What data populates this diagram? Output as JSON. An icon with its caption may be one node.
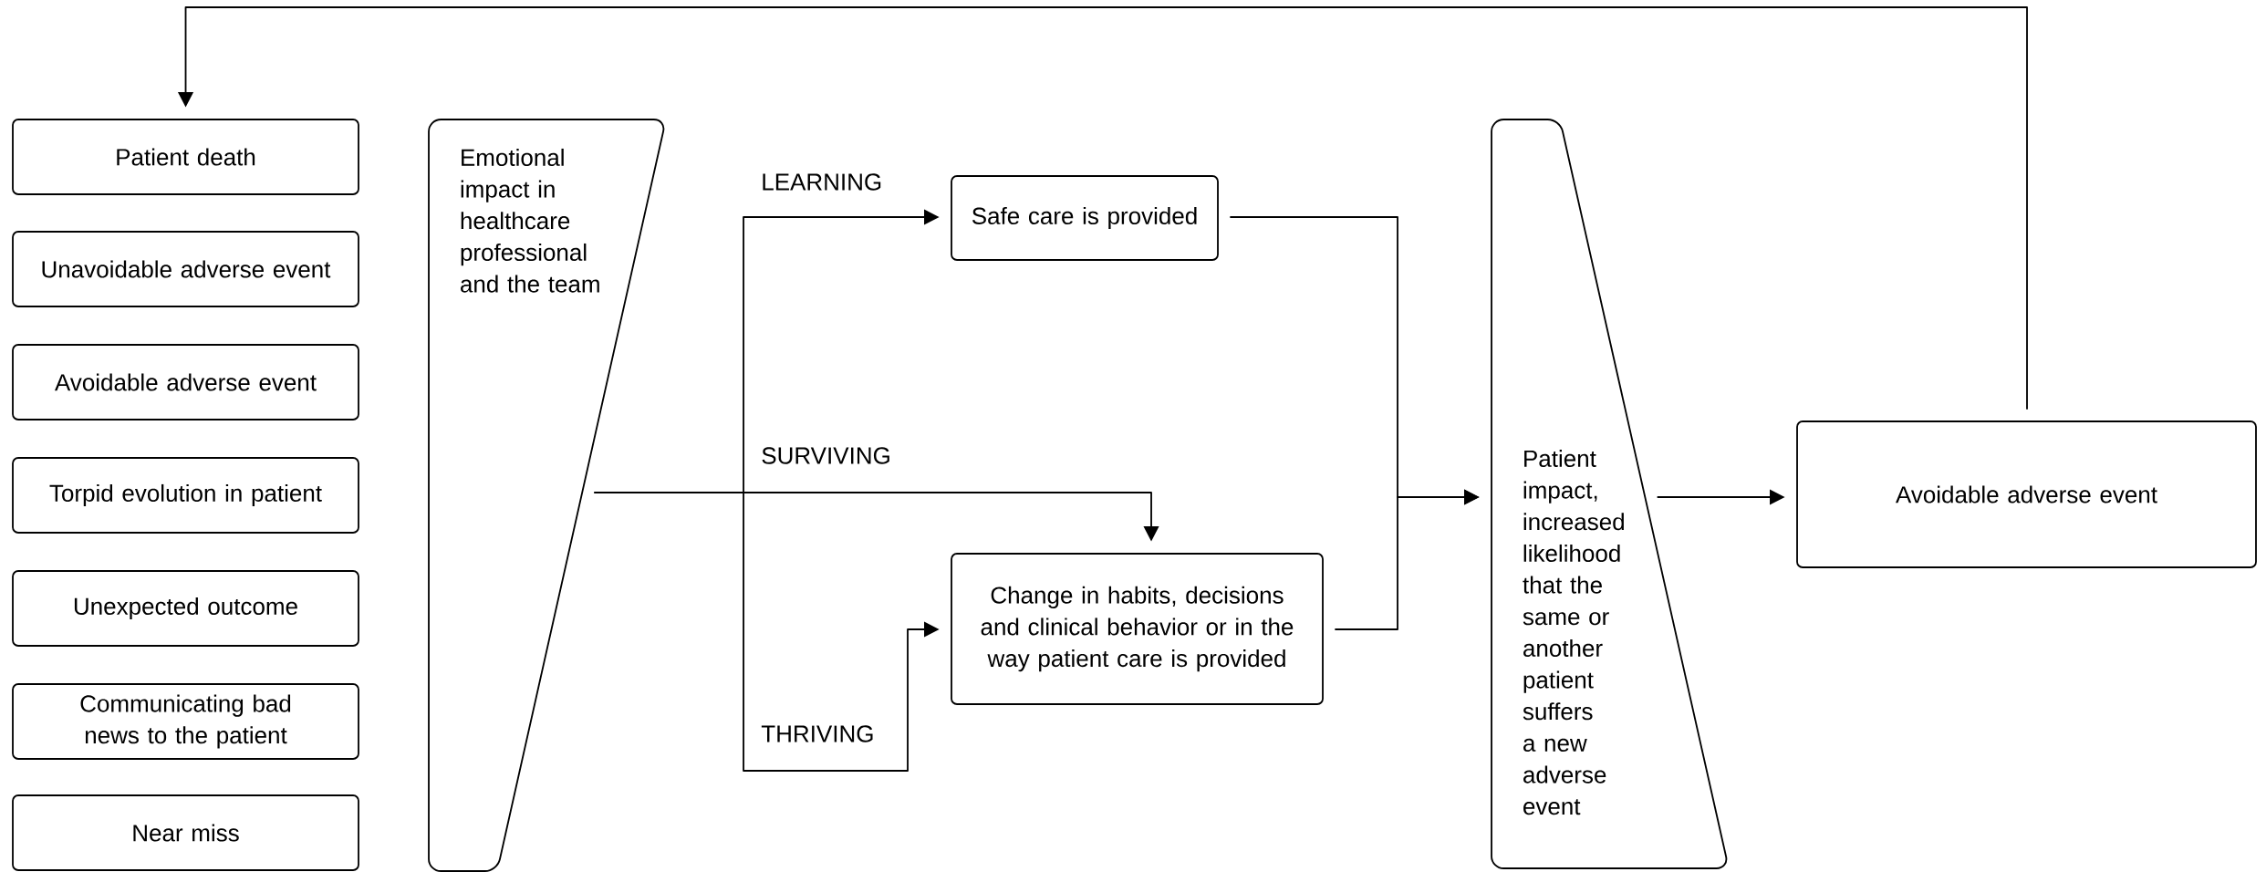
{
  "diagram": {
    "nodes": [
      {
        "text": [
          "Patient death"
        ]
      },
      {
        "text": [
          "Unavoidable adverse event"
        ]
      },
      {
        "text": [
          "Avoidable adverse event"
        ]
      },
      {
        "text": [
          "Torpid evolution in patient"
        ]
      },
      {
        "text": [
          "Unexpected outcome"
        ]
      },
      {
        "text": [
          "Communicating bad news to the patient"
        ]
      },
      {
        "text": [
          "Near miss"
        ]
      },
      {
        "text": [
          "Emotional impact in healthcare professional and the team"
        ]
      },
      {
        "text": [
          "Safe care is provided"
        ]
      },
      {
        "text": [
          "Change in habits, decisions and clinical behavior or in the way patient care is provided"
        ]
      },
      {
        "text": [
          "Patient impact, increased likelihood that the same or another patient suffers a new adverse event"
        ]
      },
      {
        "text": [
          "Avoidable adverse event"
        ]
      }
    ],
    "edges": [
      {
        "from": 11,
        "to": 0,
        "arrow": "to"
      },
      {
        "from": 7,
        "to": 8,
        "arrow": "to",
        "label": "LEARNING"
      },
      {
        "from": 7,
        "to": 9,
        "arrow": "to",
        "label": "SURVIVING"
      },
      {
        "from": 7,
        "to": 9,
        "arrow": "to",
        "label": "THRIVING"
      },
      {
        "from": 8,
        "to": 10,
        "arrow": "to"
      },
      {
        "from": 9,
        "to": 10,
        "arrow": "to"
      },
      {
        "from": 10,
        "to": 11,
        "arrow": "to"
      }
    ]
  }
}
